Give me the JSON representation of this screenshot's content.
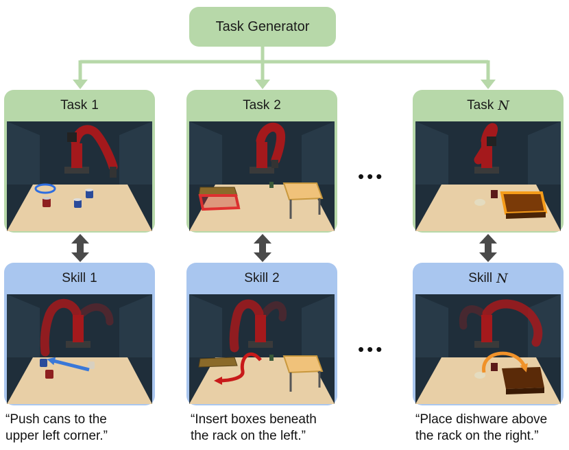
{
  "generator": {
    "label": "Task Generator"
  },
  "tasks": [
    {
      "prefix": "Task",
      "num": "1"
    },
    {
      "prefix": "Task",
      "num": "2"
    },
    {
      "prefix": "Task",
      "num": "N"
    }
  ],
  "skills": [
    {
      "prefix": "Skill",
      "num": "1"
    },
    {
      "prefix": "Skill",
      "num": "2"
    },
    {
      "prefix": "Skill",
      "num": "N"
    }
  ],
  "ellipsis": [
    "•••",
    "•••"
  ],
  "captions": [
    {
      "line1": "“Push cans to the",
      "line2": "upper left corner.”"
    },
    {
      "line1": "“Insert boxes beneath",
      "line2": "the rack on the left.”"
    },
    {
      "line1": "“Place dishware above",
      "line2": "the rack on the right.”"
    }
  ],
  "colors": {
    "task_green": "#b7d8a9",
    "skill_blue": "#a9c6ef",
    "connector_green": "#b7d8a9",
    "bidirectional_arrow": "#4a4a4a",
    "scene_background": "#1f2e3a",
    "table_top": "#e8cfa6",
    "robot_red": "#a4191c"
  }
}
